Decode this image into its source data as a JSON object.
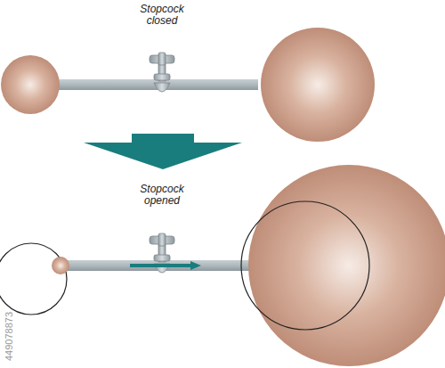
{
  "diagram": {
    "labels": [
      "Stopcock closed",
      "Stopcock opened",
      "449078873"
    ]
  }
}
